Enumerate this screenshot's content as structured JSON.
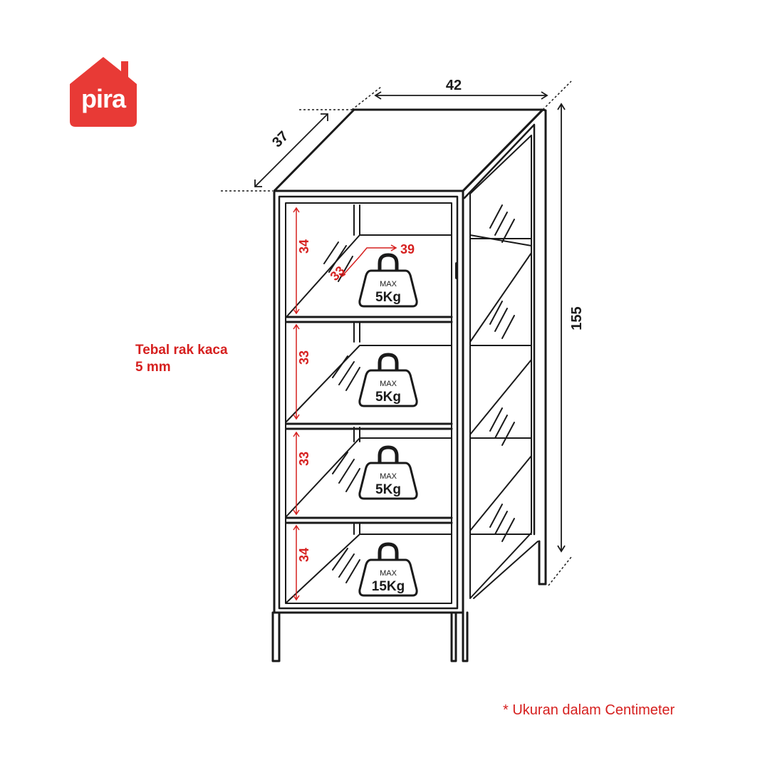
{
  "brand": {
    "name": "pira",
    "color": "#e83a36"
  },
  "dimensions": {
    "width": "42",
    "depth": "37",
    "height": "155",
    "shelf_depth": "33",
    "shelf_width": "39"
  },
  "shelves": [
    {
      "height": "34",
      "max_label": "MAX",
      "load": "5Kg"
    },
    {
      "height": "33",
      "max_label": "MAX",
      "load": "5Kg"
    },
    {
      "height": "33",
      "max_label": "MAX",
      "load": "5Kg"
    },
    {
      "height": "34",
      "max_label": "MAX",
      "load": "15Kg"
    }
  ],
  "notes": {
    "glass_line1": "Tebal rak kaca",
    "glass_line2": "5 mm",
    "unit": "* Ukuran dalam Centimeter"
  },
  "colors": {
    "accent": "#d6201f",
    "line": "#1a1a1a"
  }
}
